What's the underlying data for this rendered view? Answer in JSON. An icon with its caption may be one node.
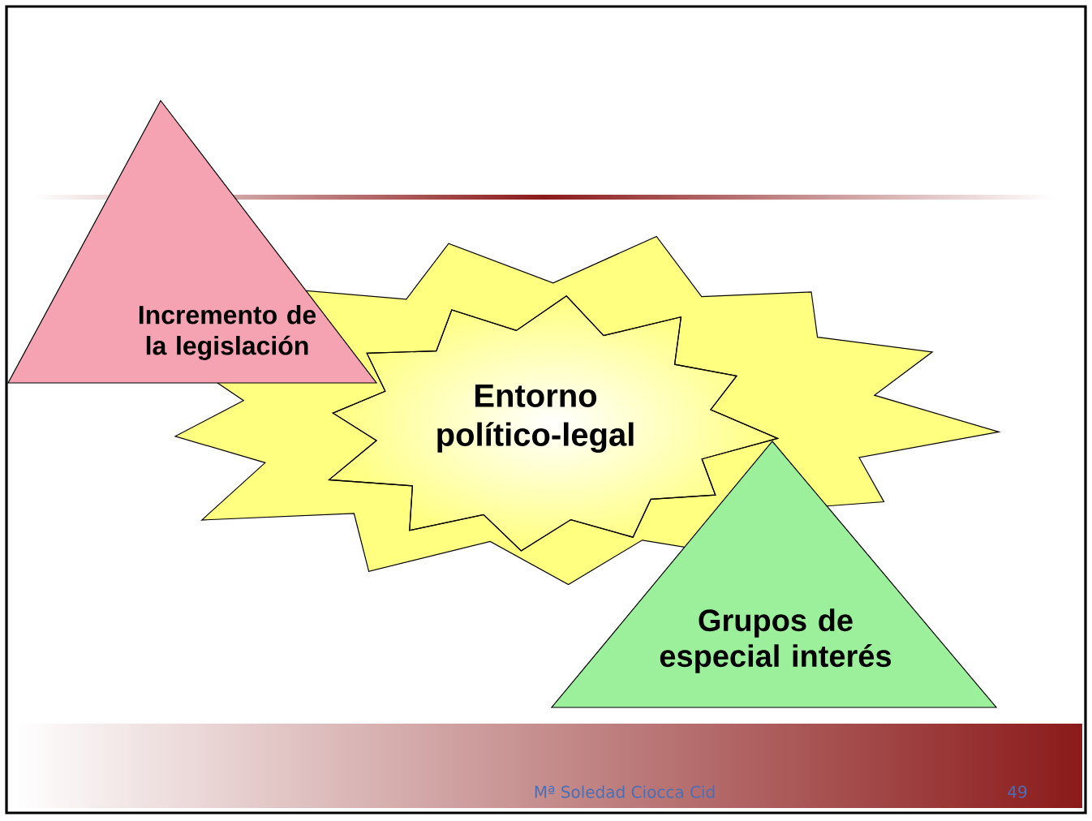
{
  "diagram": {
    "nodes": [
      {
        "text": [
          "Incremento de la legislación"
        ]
      },
      {
        "text": [
          "Entorno político-legal"
        ]
      },
      {
        "text": [
          "Grupos de especial interés"
        ]
      }
    ],
    "labels": [
      "Mª Soledad Ciocca Cid",
      "49"
    ]
  }
}
